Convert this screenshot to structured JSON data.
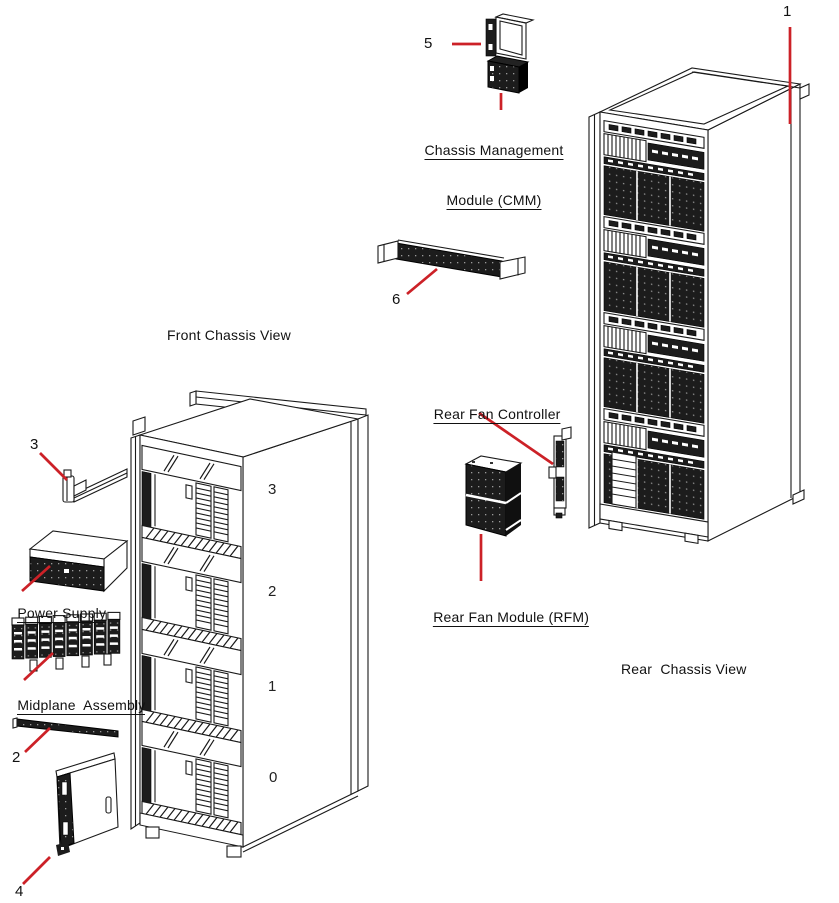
{
  "colors": {
    "callout_red": "#cc2127",
    "ink": "#1a1a1a"
  },
  "front_view": {
    "title": "Front Chassis View",
    "bays": [
      "3",
      "2",
      "1",
      "0"
    ]
  },
  "rear_view": {
    "title": "Rear  Chassis View"
  },
  "parts": {
    "cmm": {
      "line1": "Chassis Management",
      "line2": "Module (CMM)"
    },
    "power_supply": "Power Supply",
    "midplane": "Midplane  Assembly",
    "rear_fan_controller": "Rear Fan Controller",
    "rear_fan_module": "Rear Fan Module (RFM)"
  },
  "callout_numbers": {
    "n1": "1",
    "n2": "2",
    "n3": "3",
    "n4": "4",
    "n5": "5",
    "n6": "6"
  }
}
